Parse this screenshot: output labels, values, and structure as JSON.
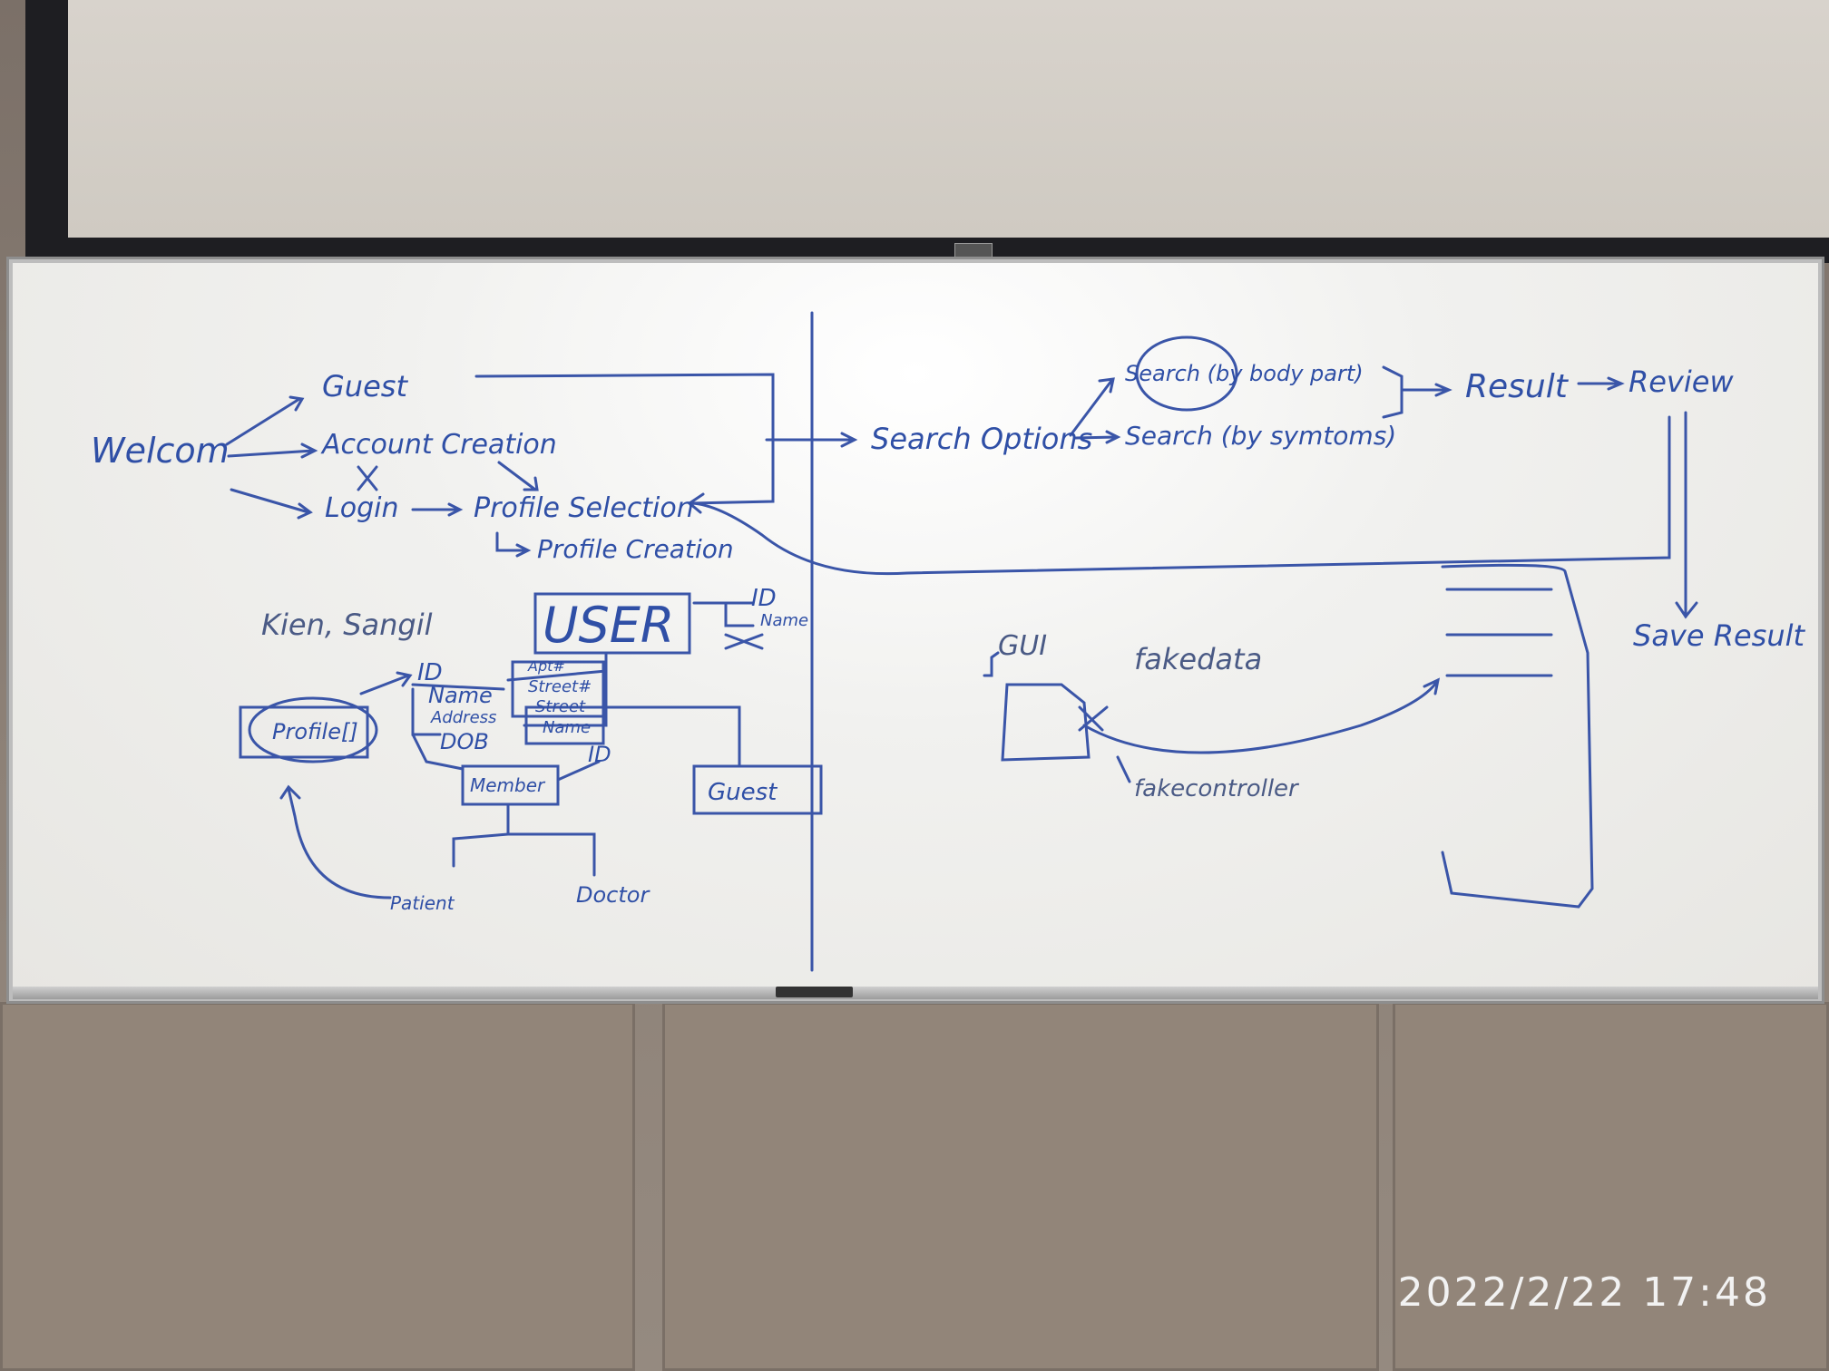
{
  "flow": {
    "welcome": "Welcom",
    "guest": "Guest",
    "account_creation": "Account Creation",
    "login": "Login",
    "profile_selection": "Profile Selection",
    "profile_creation": "Profile Creation",
    "search_options": "Search Options",
    "search_body_part": "Search (by body part)",
    "search_symptoms": "Search (by symtoms)",
    "result": "Result",
    "review": "Review",
    "save_result": "Save Result"
  },
  "er": {
    "names": "Kien, Sangil",
    "user": "USER",
    "id_top": "ID",
    "name_top": "Name",
    "id_left": "ID",
    "name_left": "Name",
    "address": "Address",
    "dob": "DOB",
    "apt": "Apt#",
    "street_num": "Street#",
    "street": "Street",
    "name_sub": "Name",
    "member": "Member",
    "member_id": "ID",
    "guest_box": "Guest",
    "profile": "Profile[]",
    "patient": "Patient",
    "doctor": "Doctor"
  },
  "arch": {
    "gui": "GUI",
    "fakedata": "fakedata",
    "fakecontroller": "fakecontroller"
  },
  "timestamp": "2022/2/22  17:48",
  "colors": {
    "ink": "#2f4fa6",
    "board": "#efefec",
    "wall": "#8a7e74"
  }
}
